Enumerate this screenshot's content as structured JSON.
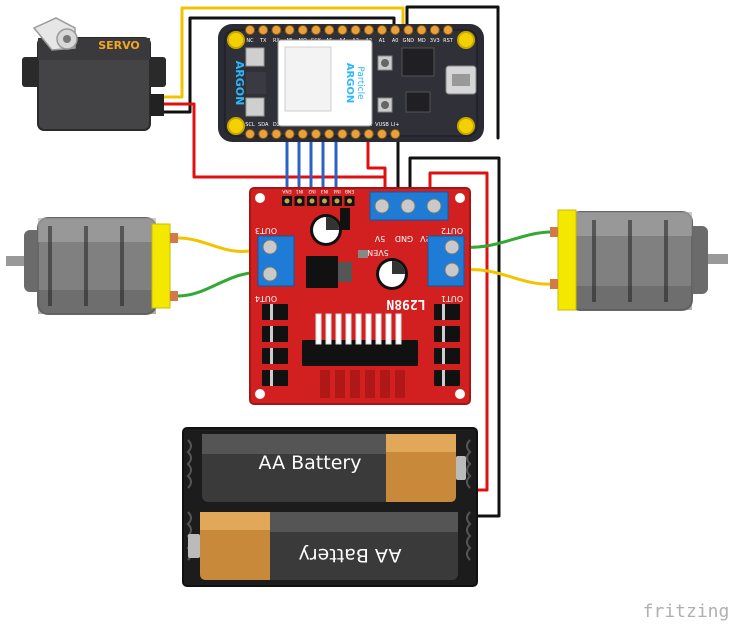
{
  "servo": {
    "label": "SERVO"
  },
  "argon": {
    "name": "ARGON",
    "brand": "Particle",
    "module_text": "ARGON",
    "pins_top": [
      "NC",
      "TX",
      "RX",
      "MI",
      "MO",
      "SCK",
      "A5",
      "A4",
      "A3",
      "A2",
      "A1",
      "A0",
      "GND",
      "MD",
      "3V3",
      "RST"
    ],
    "pins_bottom": [
      "SCL",
      "SDA",
      "D2",
      "D3",
      "D4",
      "D5",
      "D6",
      "D7",
      "D8",
      "EN",
      "VUSB",
      "LI+"
    ]
  },
  "driver": {
    "chip": "L298N",
    "out1": "OUT1",
    "out2": "OUT2",
    "out3": "OUT3",
    "out4": "OUT4",
    "pwr_12v": "12V",
    "pwr_gnd": "GND",
    "pwr_5v": "5V",
    "en": "5VEN",
    "headers": [
      "ENA",
      "IN1",
      "IN2",
      "IN3",
      "IN4",
      "ENB"
    ]
  },
  "battery": {
    "label_top": "AA Battery",
    "label_bottom": "AA Battery"
  },
  "watermark": "fritzing",
  "colors": {
    "board_red": "#d21f1f",
    "terminal_blue": "#1e7bd6",
    "argon_dark": "#2b2b33",
    "wire_red": "#e01010",
    "wire_black": "#111111",
    "wire_blue": "#2a62c8",
    "wire_yellow": "#f2c400",
    "wire_green": "#33a833",
    "motor_yellow": "#f4e800"
  }
}
